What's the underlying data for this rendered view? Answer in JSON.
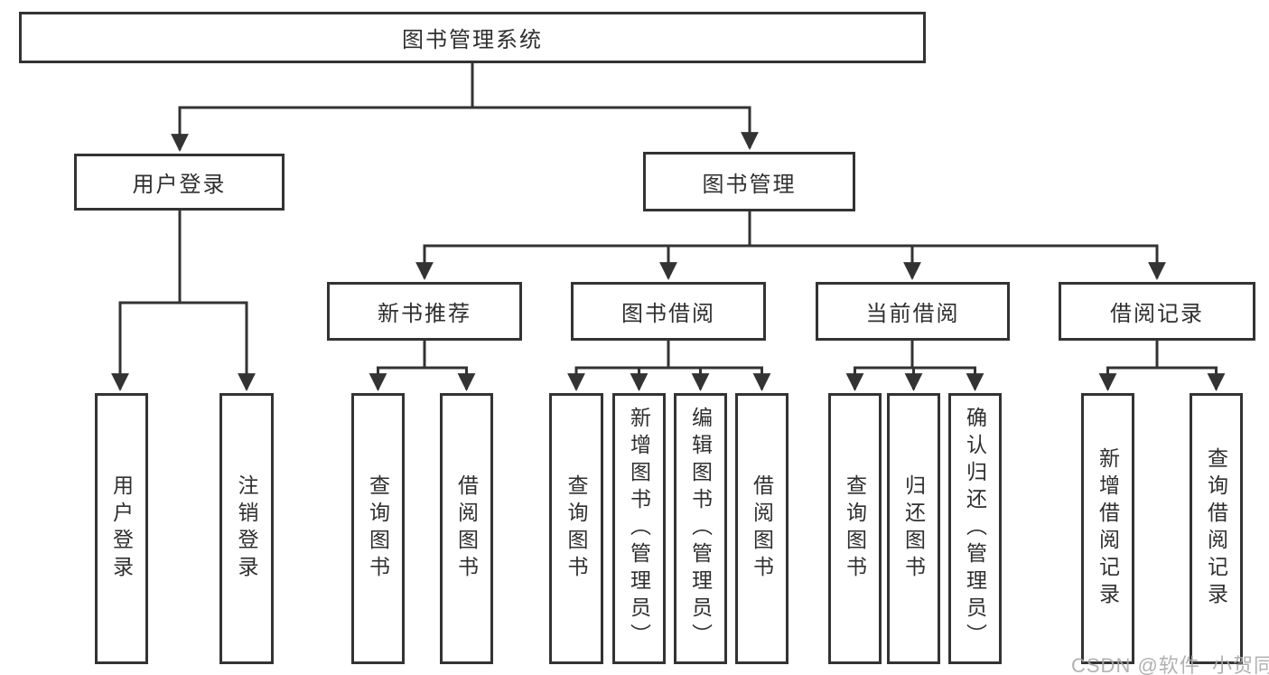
{
  "tree": {
    "root": "图书管理系统",
    "children": [
      {
        "label": "用户登录",
        "children": [
          "用户登录",
          "注销登录"
        ]
      },
      {
        "label": "图书管理",
        "children": [
          {
            "label": "新书推荐",
            "children": [
              "查询图书",
              "借阅图书"
            ]
          },
          {
            "label": "图书借阅",
            "children": [
              "查询图书",
              "新增图书（管理员）",
              "编辑图书（管理员）",
              "借阅图书"
            ]
          },
          {
            "label": "当前借阅",
            "children": [
              "查询图书",
              "归还图书",
              "确认归还（管理员）"
            ]
          },
          {
            "label": "借阅记录",
            "children": [
              "新增借阅记录",
              "查询借阅记录"
            ]
          }
        ]
      }
    ]
  },
  "watermark": {
    "text": "CSDN @软件_小贺同学"
  },
  "colors": {
    "line": "#333333",
    "box_border": "#333333",
    "box_background": "#ffffff",
    "text": "#2f2f2f",
    "watermark": "#a9a9a9",
    "page_background": "#ffffff"
  }
}
